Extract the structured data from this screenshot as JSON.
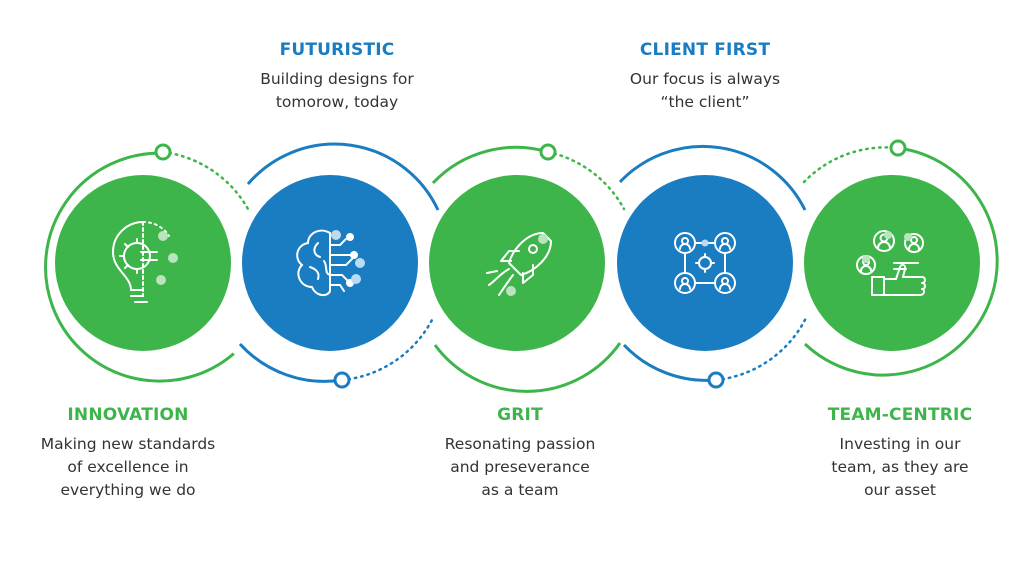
{
  "colors": {
    "green": "#3db54a",
    "blue": "#1a7cc1",
    "text": "#333333"
  },
  "values": [
    {
      "title": "INNOVATION",
      "description": "Making new standards\nof excellence in\neverything we do",
      "color": "green",
      "icon": "lightbulb-gear-icon"
    },
    {
      "title": "FUTURISTIC",
      "description": "Building designs for\ntomorow, today",
      "color": "blue",
      "icon": "brain-circuit-icon"
    },
    {
      "title": "GRIT",
      "description": "Resonating passion\nand preseverance\nas a team",
      "color": "green",
      "icon": "rocket-icon"
    },
    {
      "title": "CLIENT FIRST",
      "description": "Our focus is always\n“the client”",
      "color": "blue",
      "icon": "client-network-icon"
    },
    {
      "title": "TEAM-CENTRIC",
      "description": "Investing in our\nteam, as they are\nour asset",
      "color": "green",
      "icon": "team-thumbs-up-icon"
    }
  ]
}
